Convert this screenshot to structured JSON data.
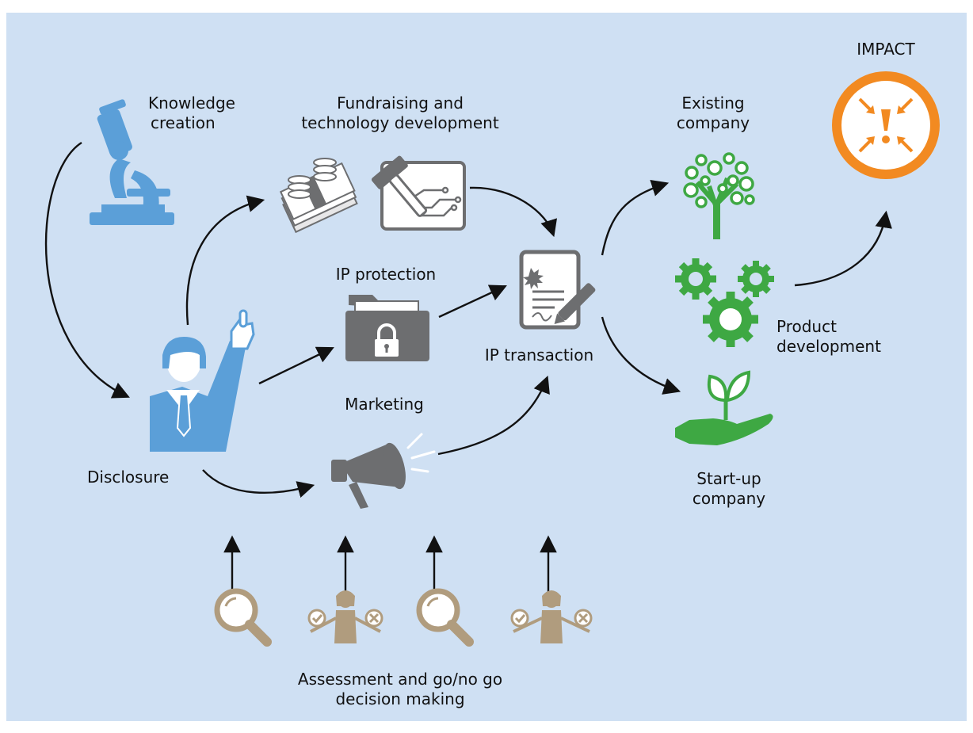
{
  "labels": {
    "knowledge_creation": [
      "Knowledge",
      "creation"
    ],
    "fundraising": [
      "Fundraising and",
      "technology development"
    ],
    "ip_protection": "IP protection",
    "marketing": "Marketing",
    "disclosure": "Disclosure",
    "ip_transaction": "IP transaction",
    "existing_company": [
      "Existing",
      "company"
    ],
    "product_development": [
      "Product",
      "development"
    ],
    "startup_company": [
      "Start-up",
      "company"
    ],
    "impact": "IMPACT",
    "assessment": [
      "Assessment and go/no go",
      "decision making"
    ]
  },
  "icons": {
    "microscope": "microscope-icon",
    "money": "money-stack-icon",
    "tech_tools": "hammer-circuit-icon",
    "folder_lock": "locked-folder-icon",
    "megaphone": "megaphone-icon",
    "inventor": "raised-hand-person-icon",
    "contract": "signed-document-icon",
    "tree": "tree-icon",
    "gears": "gears-icon",
    "plant_hand": "sprout-in-hand-icon",
    "impact_target": "impact-target-icon",
    "magnifier": "magnifier-icon",
    "decision_person": "decision-person-icon"
  },
  "colors": {
    "background": "#cfe0f3",
    "blue": "#5b9fd8",
    "gray": "#6d6e70",
    "green": "#3ea843",
    "orange": "#f28a21",
    "tan": "#b09c7e",
    "arrow": "#111111"
  }
}
